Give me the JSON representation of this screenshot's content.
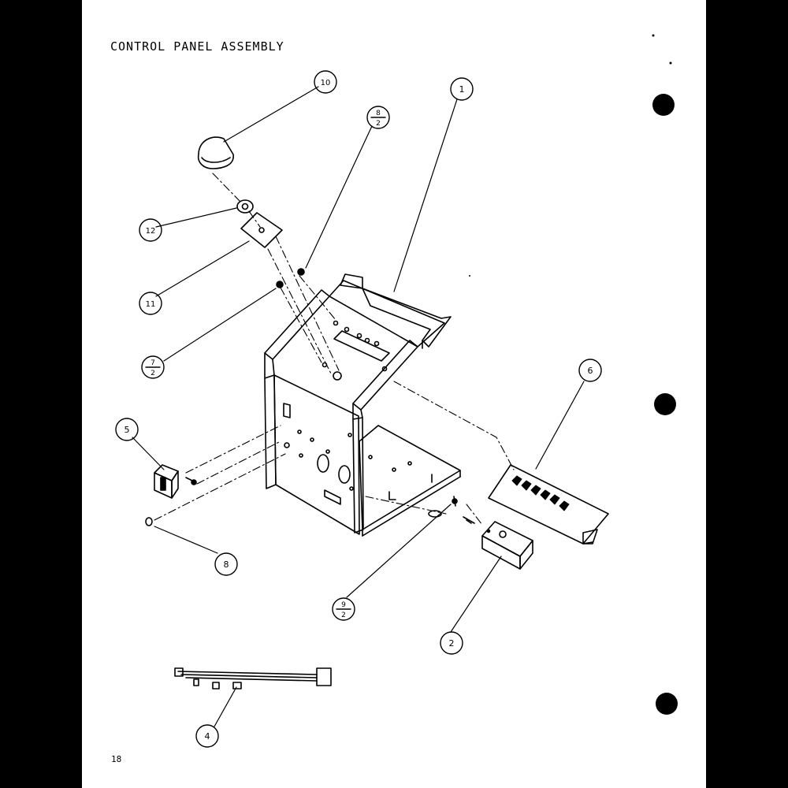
{
  "page": {
    "title": "CONTROL PANEL ASSEMBLY",
    "page_number": "18"
  },
  "callouts": {
    "c1": "1",
    "c2": "2",
    "c4": "4",
    "c5": "5",
    "c6": "6",
    "c8": "8",
    "c10": "10",
    "c11": "11",
    "c12": "12",
    "f7_num": "7",
    "f7_den": "2",
    "f8_num": "8",
    "f8_den": "2",
    "f9_num": "9",
    "f9_den": "2"
  }
}
